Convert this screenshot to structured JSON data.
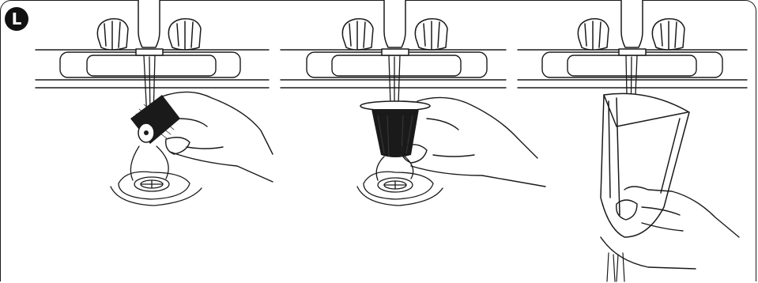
{
  "step_badge": {
    "letter": "L"
  },
  "panels": [
    {
      "scene": "rinse-capsule-cone-drain",
      "icons": [
        "faucet-icon",
        "water-stream-icon",
        "hand-icon",
        "capsule-icon",
        "drain-icon"
      ]
    },
    {
      "scene": "rinse-capsule-cup-drain",
      "icons": [
        "faucet-icon",
        "water-stream-icon",
        "hand-icon",
        "capsule-icon",
        "drain-icon"
      ]
    },
    {
      "scene": "rinse-lid-cone-funnel",
      "icons": [
        "faucet-icon",
        "water-stream-icon",
        "hand-icon",
        "lid-cone-icon"
      ]
    }
  ],
  "colors": {
    "ink": "#1a1a1a",
    "background": "#ffffff",
    "badge": "#111111"
  }
}
